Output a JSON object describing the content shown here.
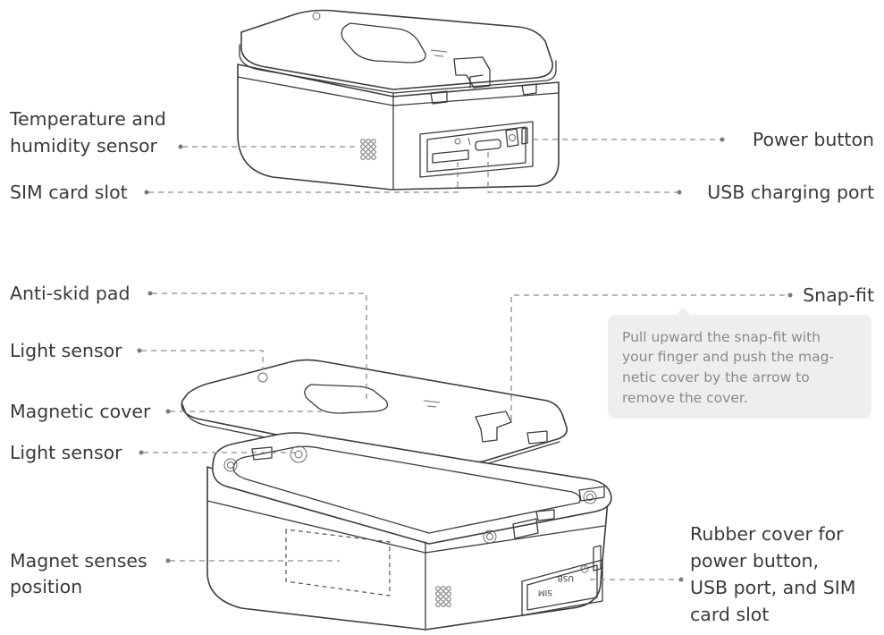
{
  "labels": {
    "temp_line1": "Temperature and",
    "temp_line2": "humidity sensor",
    "sim_slot": "SIM card slot",
    "power_button": "Power button",
    "usb_port": "USB charging port",
    "anti_skid": "Anti-skid pad",
    "light_sensor_top": "Light sensor",
    "magnetic_cover": "Magnetic cover",
    "light_sensor_bottom": "Light sensor",
    "magnet_line1": "Magnet senses",
    "magnet_line2": "position",
    "snap_fit": "Snap-fit",
    "rubber_line1": "Rubber cover for",
    "rubber_line2": "power button,",
    "rubber_line3": "USB port, and SIM",
    "rubber_line4": "card slot"
  },
  "note": {
    "line1": "Pull upward the snap-fit with",
    "line2": "your finger and push the mag-",
    "line3": "netic cover by the arrow to",
    "line4": "remove the cover."
  },
  "device_marks": {
    "usb": "USB",
    "sim": "SIM"
  },
  "colors": {
    "text": "#3a3a3a",
    "leader": "#8c8c8c",
    "note_bg": "#eeeeee",
    "note_text": "#8a8a8a",
    "outline": "#3c3c3c"
  }
}
